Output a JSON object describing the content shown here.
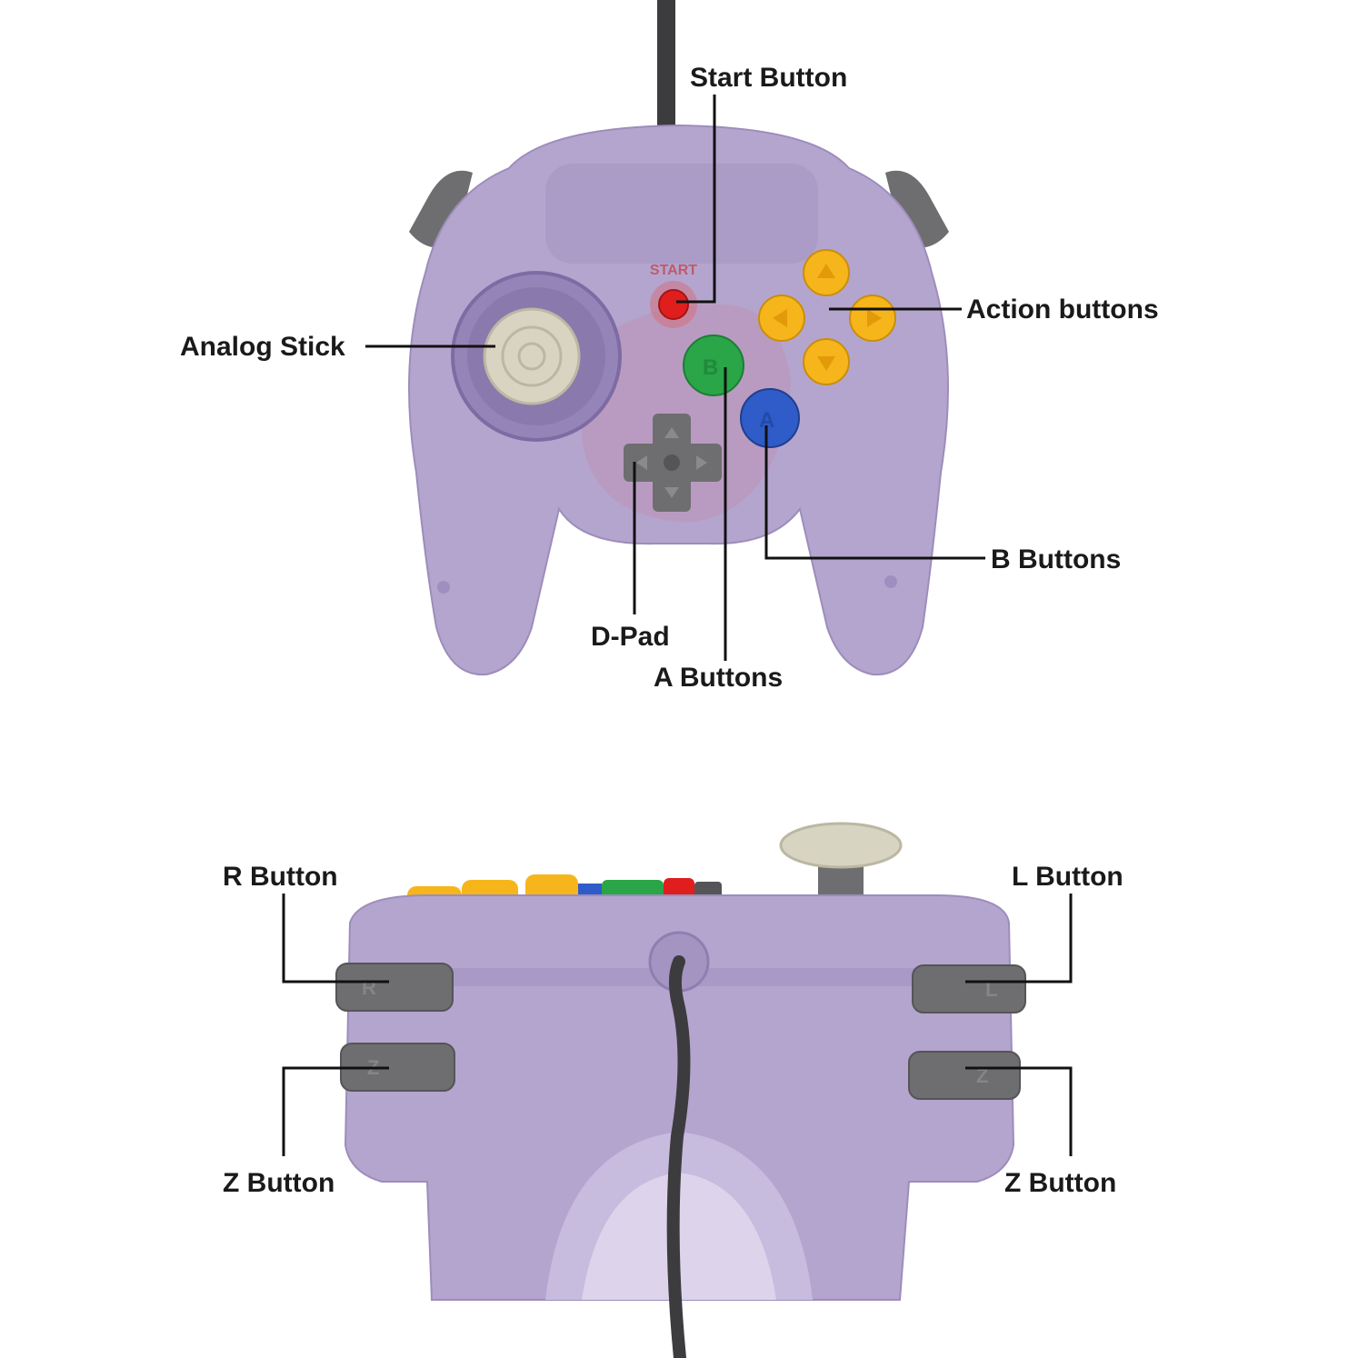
{
  "colors": {
    "background": "#ffffff",
    "shell_purple": "#b4a5cf",
    "shell_purple_dark": "#8f7fb0",
    "trigger_gray": "#6e6e70",
    "start_red": "#e01e1e",
    "a_blue": "#2f5cc8",
    "b_green": "#2aa547",
    "c_yellow": "#f6b51a",
    "stick_cream": "#d8d4c2",
    "cable_gray": "#3c3c3e",
    "label_text": "#1a1a1a"
  },
  "front_view": {
    "labels": {
      "start": "Start Button",
      "action": "Action buttons",
      "analog": "Analog Stick",
      "b_buttons": "B Buttons",
      "dpad": "D-Pad",
      "a_buttons": "A Buttons"
    },
    "button_letters": {
      "a": "A",
      "b": "B"
    },
    "molded_text": "START"
  },
  "top_view": {
    "labels": {
      "r_button": "R Button",
      "l_button": "L Button",
      "z_left": "Z Button",
      "z_right": "Z Button"
    },
    "trigger_letters": {
      "r": "R",
      "l": "L",
      "z": "Z"
    }
  }
}
